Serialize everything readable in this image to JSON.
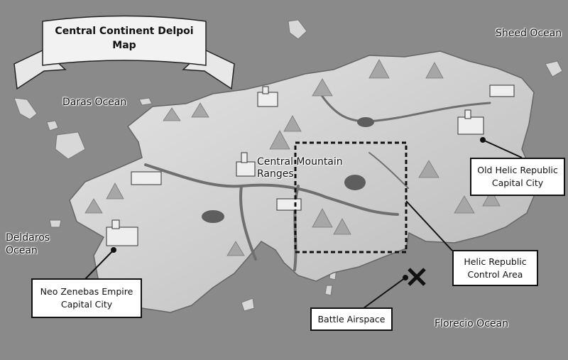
{
  "title": {
    "line1": "Central Continent Delpoi",
    "line2": "Map"
  },
  "oceans": {
    "daras": "Daras Ocean",
    "sheed": "Sheed Ocean",
    "deldaros_line1": "Deldaros",
    "deldaros_line2": "Ocean",
    "florecio": "Florecio Ocean"
  },
  "region": {
    "line1": "Central Mountain",
    "line2": "Ranges"
  },
  "callouts": {
    "old_helic": {
      "line1": "Old Helic Republic",
      "line2": "Capital City"
    },
    "helic_control": {
      "line1": "Helic Republic",
      "line2": "Control Area"
    },
    "battle": {
      "line1": "Battle Airspace"
    },
    "neo_zenebas": {
      "line1": "Neo Zenebas Empire",
      "line2": "Capital City"
    }
  },
  "colors": {
    "ocean": "#8a8a8a",
    "land": "#cfcfcf",
    "ink": "#111111"
  }
}
